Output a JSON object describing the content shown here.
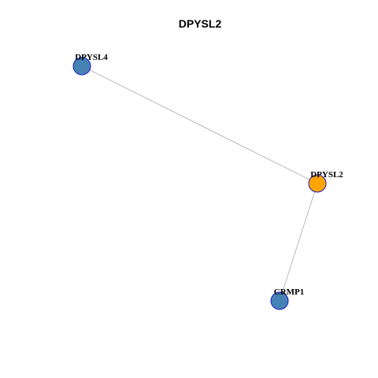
{
  "title": "DPYSL2",
  "colors": {
    "center_node": "#FFA500",
    "neighbor_node": "#4682B4",
    "node_border": "#1A1ACD",
    "edge": "#AAAAAA"
  },
  "nodes": [
    {
      "id": "DPYSL4",
      "label": "DPYSL4",
      "role": "neighbor"
    },
    {
      "id": "DPYSL2",
      "label": "DPYSL2",
      "role": "center"
    },
    {
      "id": "CRMP1",
      "label": "CRMP1",
      "role": "neighbor"
    }
  ],
  "edges": [
    {
      "source": "DPYSL4",
      "target": "DPYSL2"
    },
    {
      "source": "DPYSL2",
      "target": "CRMP1"
    }
  ]
}
